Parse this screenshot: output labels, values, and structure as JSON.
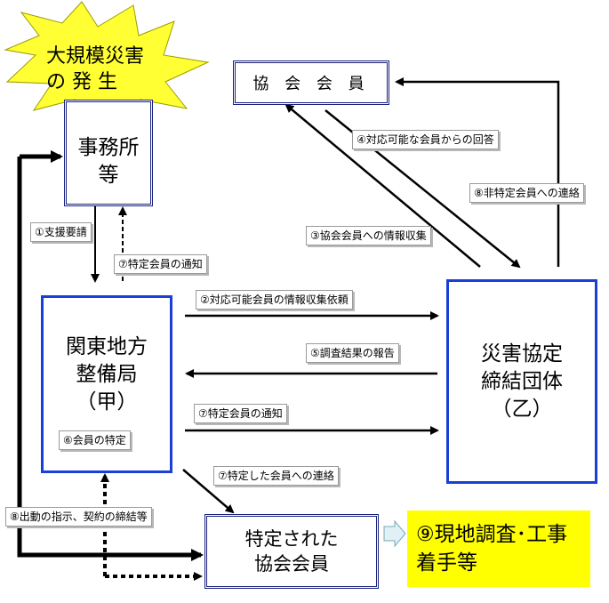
{
  "burst_text": [
    "大規模災害",
    "の 発 生"
  ],
  "office": [
    "事務所",
    "等"
  ],
  "association_members": "協 会 会 員",
  "kanto": [
    "関東地方",
    "整備局",
    "（甲）"
  ],
  "disaster_org": [
    "災害協定",
    "締結団体",
    "（乙）"
  ],
  "specified_members": [
    "特定された",
    "協会会員"
  ],
  "result": [
    "⑨現地調査･工事",
    "着手等"
  ],
  "labels": {
    "l1": "①支援要請",
    "l2": "②対応可能会員の情報収集依頼",
    "l3": "③協会会員への情報収集",
    "l4": "④対応可能な会員からの回答",
    "l5": "⑤調査結果の報告",
    "l6": "⑥会員の特定",
    "l7a": "⑦特定会員の通知",
    "l7b": "⑦特定会員の通知",
    "l7c": "⑦特定した会員への連絡",
    "l8a": "⑧出動の指示、契約の締結等",
    "l8b": "⑧非特定会員への連絡"
  },
  "colors": {
    "burst": "#ffff33",
    "result_bg": "#ffff00",
    "box_border": "#1a3fd6",
    "arrow": "#000000"
  }
}
